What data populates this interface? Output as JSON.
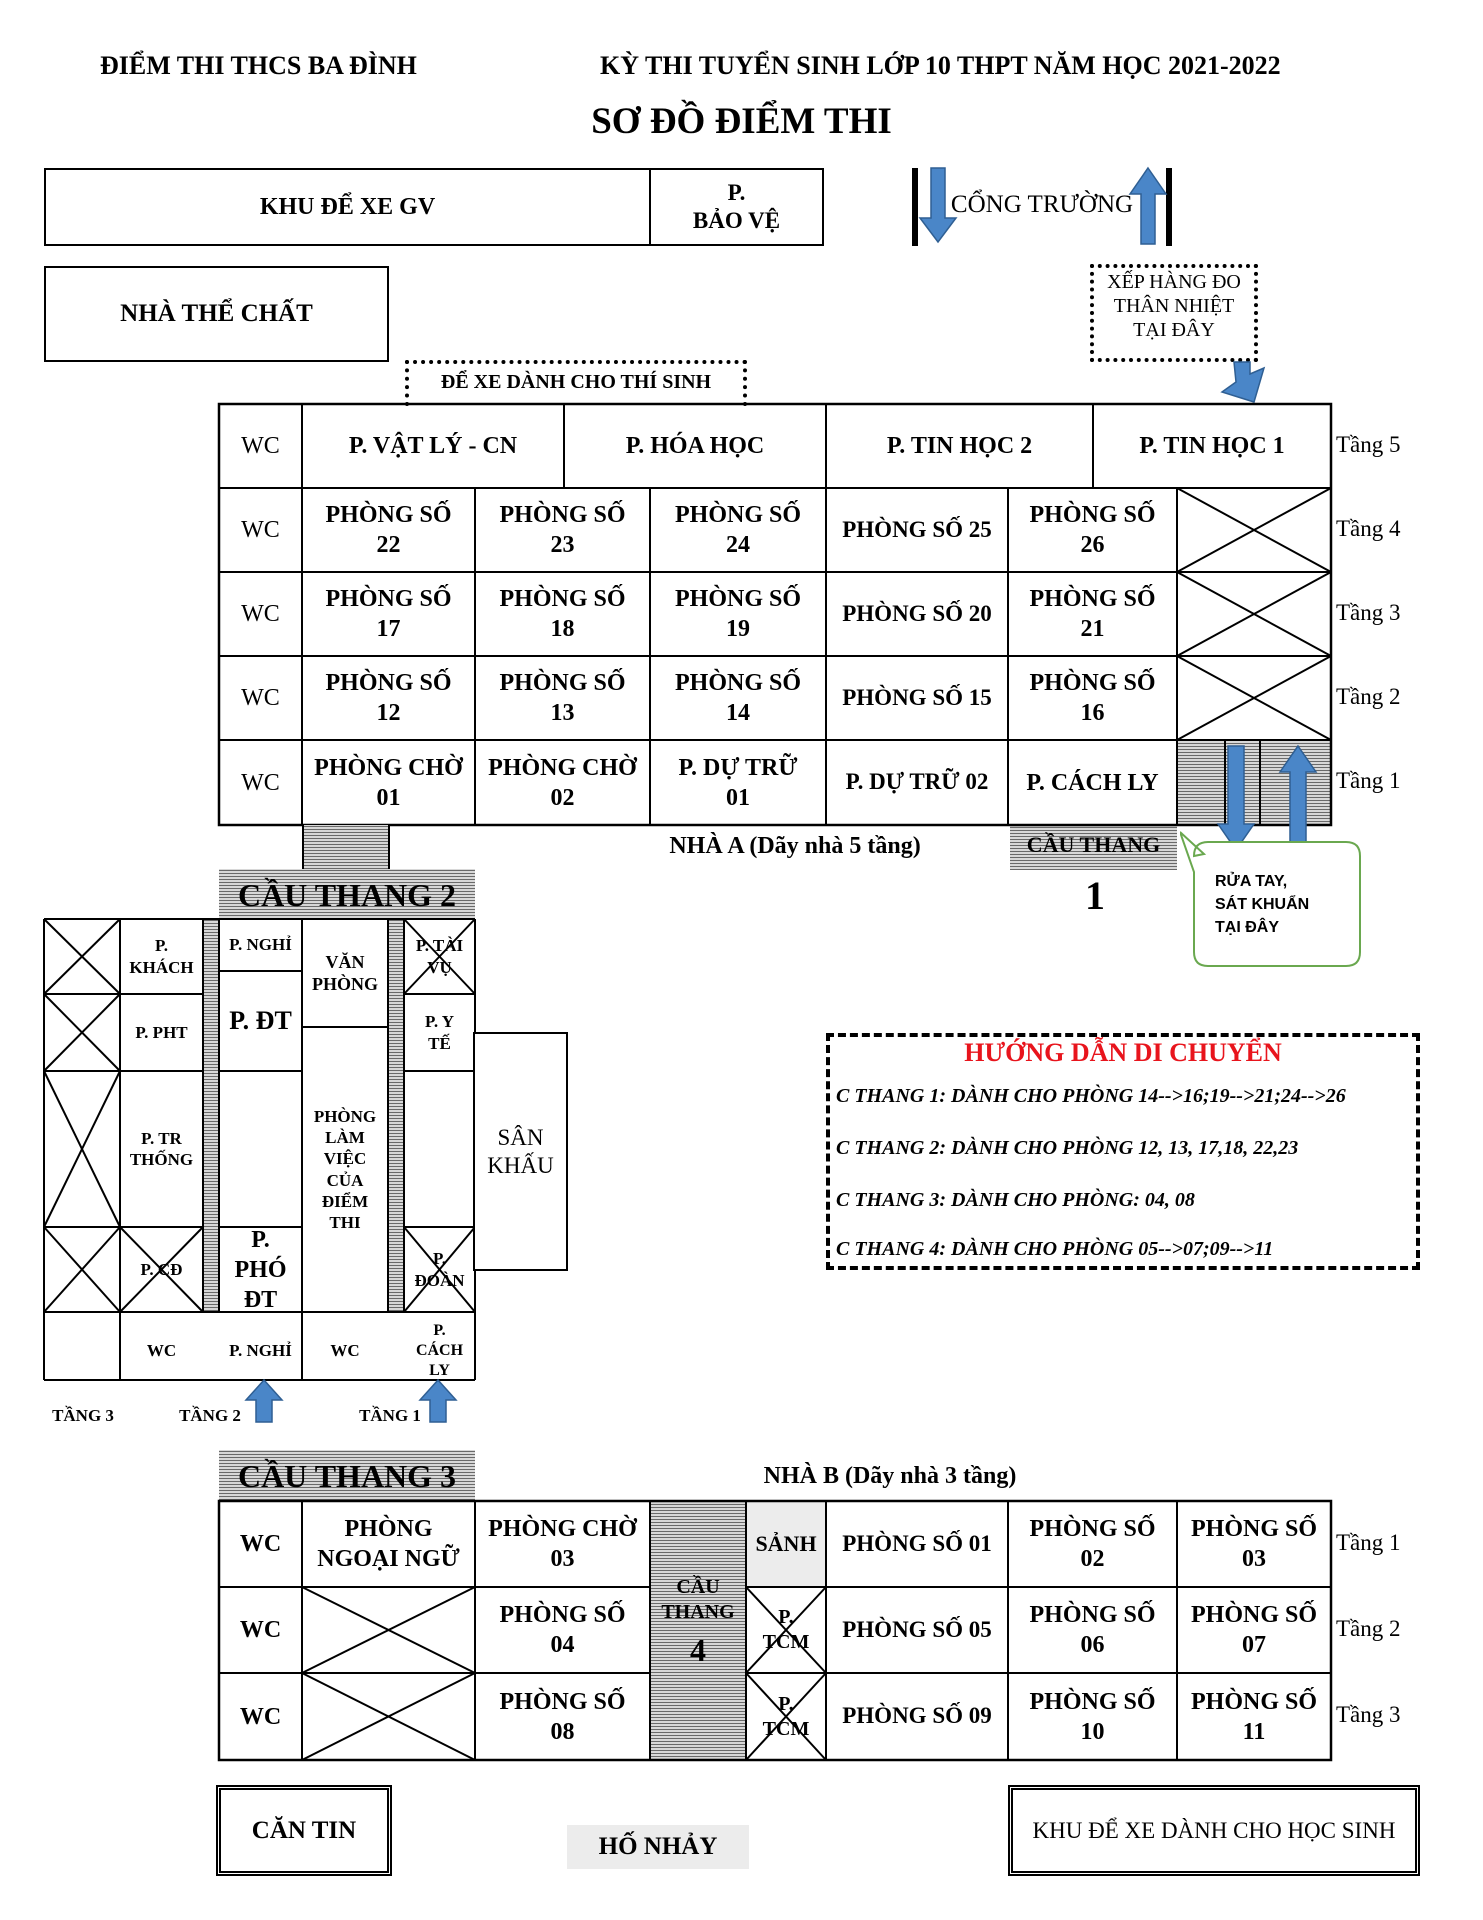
{
  "header": {
    "school": "ĐIỂM THI THCS BA ĐÌNH",
    "exam": "KỲ THI TUYỂN SINH LỚP 10 THPT NĂM HỌC 2021-2022",
    "title": "SƠ ĐỒ ĐIỂM THI"
  },
  "top": {
    "teacher_parking": "KHU ĐỂ  XE GV",
    "guard": "P.\nBẢO VỆ",
    "gate": "CỔNG TRƯỜNG",
    "gym": "NHÀ THỂ CHẤT",
    "temp_check": "XẾP HÀNG ĐO\nTHÂN NHIỆT\nTẠI ĐÂY",
    "student_parking_area": "ĐỂ XE DÀNH CHO THÍ SINH"
  },
  "building_a": {
    "caption": "NHÀ A (Dãy nhà 5 tầng)",
    "stair1_label": "CẦU THANG",
    "stair1_num": "1",
    "stair2": "CẦU THANG 2",
    "wash_note": "RỬA TAY,\nSÁT KHUẨN\nTẠI ĐÂY",
    "floor5": {
      "wc": "WC",
      "rooms": [
        "P. VẬT LÝ - CN",
        "P. HÓA HỌC",
        "P. TIN HỌC 2",
        "P. TIN HỌC 1"
      ],
      "label": "Tầng 5"
    },
    "floor4": {
      "wc": "WC",
      "rooms": [
        "PHÒNG SỐ\n22",
        "PHÒNG SỐ\n23",
        "PHÒNG SỐ\n24",
        "PHÒNG SỐ 25",
        "PHÒNG SỐ\n26"
      ],
      "label": "Tầng 4"
    },
    "floor3": {
      "wc": "WC",
      "rooms": [
        "PHÒNG SỐ\n17",
        "PHÒNG SỐ\n18",
        "PHÒNG SỐ\n19",
        "PHÒNG SỐ 20",
        "PHÒNG SỐ\n21"
      ],
      "label": "Tầng 3"
    },
    "floor2": {
      "wc": "WC",
      "rooms": [
        "PHÒNG SỐ\n12",
        "PHÒNG SỐ\n13",
        "PHÒNG SỐ\n14",
        "PHÒNG SỐ 15",
        "PHÒNG SỐ\n16"
      ],
      "label": "Tầng 2"
    },
    "floor1": {
      "wc": "WC",
      "rooms": [
        "PHÒNG CHỜ\n01",
        "PHÒNG CHỜ\n02",
        "P. DỰ TRỮ\n01",
        "P. DỰ TRỮ 02",
        "P. CÁCH LY"
      ],
      "label": "Tầng 1"
    }
  },
  "middle": {
    "guest": "P.\nKHÁCH",
    "rest1": "P. NGHỈ",
    "office": "VĂN\nPHÒNG",
    "finance": "P. TÀI\nVỤ",
    "vice_principal": "P. PHT",
    "training": "P. ĐT",
    "medical": "P. Y\nTẾ",
    "principal": "P. TR\nTHỐNG",
    "workroom": "PHÒNG\nLÀM\nVIỆC\nCỦA\nĐIỂM\nTHI",
    "stage": "SÂN\nKHẤU",
    "cd": "P. CĐ",
    "vice_training": "P.\nPHÓ\nĐT",
    "youth": "P.\nĐOÀN",
    "wc_a": "WC",
    "rest2": "P. NGHỈ",
    "wc_b": "WC",
    "isolation": "P.\nCÁCH\nLY",
    "floor3": "TẦNG 3",
    "floor2": "TẦNG 2",
    "floor1": "TẦNG 1"
  },
  "guide": {
    "title": "HƯỚNG DẪN DI CHUYỂN",
    "title_color": "#e8141c",
    "lines": [
      "C THANG 1: DÀNH CHO PHÒNG 14-->16;19-->21;24-->26",
      "C THANG 2: DÀNH CHO PHÒNG 12, 13, 17,18, 22,23",
      "C THANG 3: DÀNH CHO PHÒNG: 04, 08",
      "C THANG 4: DÀNH CHO PHÒNG 05-->07;09-->11"
    ]
  },
  "building_b": {
    "caption": "NHÀ B (Dãy nhà 3 tầng)",
    "stair3": "CẦU THANG 3",
    "stair4_label": "CẦU\nTHANG",
    "stair4_num": "4",
    "row1": {
      "wc": "WC",
      "c1": "PHÒNG\nNGOẠI NGỮ",
      "c2": "PHÒNG CHỜ\n03",
      "c3": "SẢNH",
      "c4": "PHÒNG SỐ 01",
      "c5": "PHÒNG SỐ\n02",
      "c6": "PHÒNG SỐ\n03",
      "label": "Tầng 1"
    },
    "row2": {
      "wc": "WC",
      "c2": "PHÒNG SỐ\n04",
      "c3": "P.\nTCM",
      "c4": "PHÒNG SỐ 05",
      "c5": "PHÒNG SỐ\n06",
      "c6": "PHÒNG SỐ\n07",
      "label": "Tầng 2"
    },
    "row3": {
      "wc": "WC",
      "c2": "PHÒNG SỐ\n08",
      "c3": "P.\nTCM",
      "c4": "PHÒNG SỐ 09",
      "c5": "PHÒNG SỐ\n10",
      "c6": "PHÒNG SỐ\n11",
      "label": "Tầng 3"
    }
  },
  "bottom": {
    "canteen": "CĂN TIN",
    "sandpit": "HỐ NHẢY",
    "student_parking": "KHU ĐỂ XE DÀNH CHO HỌC SINH"
  },
  "colors": {
    "arrow": "#4a86c8",
    "arrow_border": "#2f5f93",
    "note_border": "#6aa84f"
  }
}
